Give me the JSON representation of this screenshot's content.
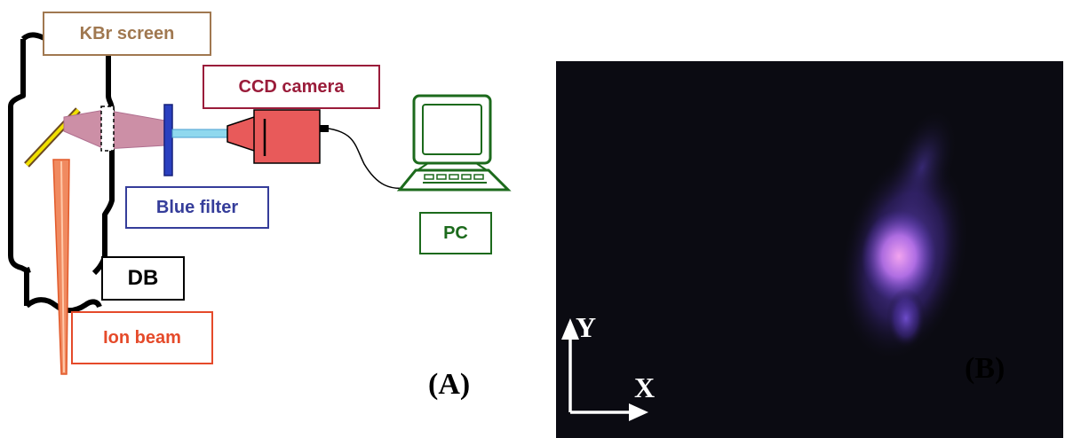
{
  "panel_a": {
    "labels": {
      "kbr_screen": "KBr screen",
      "ccd_camera": "CCD camera",
      "blue_filter": "Blue filter",
      "pc": "PC",
      "db": "DB",
      "ion_beam": "Ion beam"
    },
    "panel_label": "(A)",
    "colors": {
      "kbr_screen": "#a07850",
      "ccd_camera": "#9a1c3a",
      "blue_filter": "#353d9a",
      "pc": "#1c6a1c",
      "ion_beam": "#e54a2a",
      "camera_body": "#e85a5a",
      "screen_yellow": "#f0e000",
      "filter_blue": "#2a40c0"
    }
  },
  "panel_b": {
    "panel_label": "(B)",
    "axis_y": "Y",
    "axis_x": "X",
    "background": "#0b0b12",
    "spot_color": "#b070ff"
  }
}
